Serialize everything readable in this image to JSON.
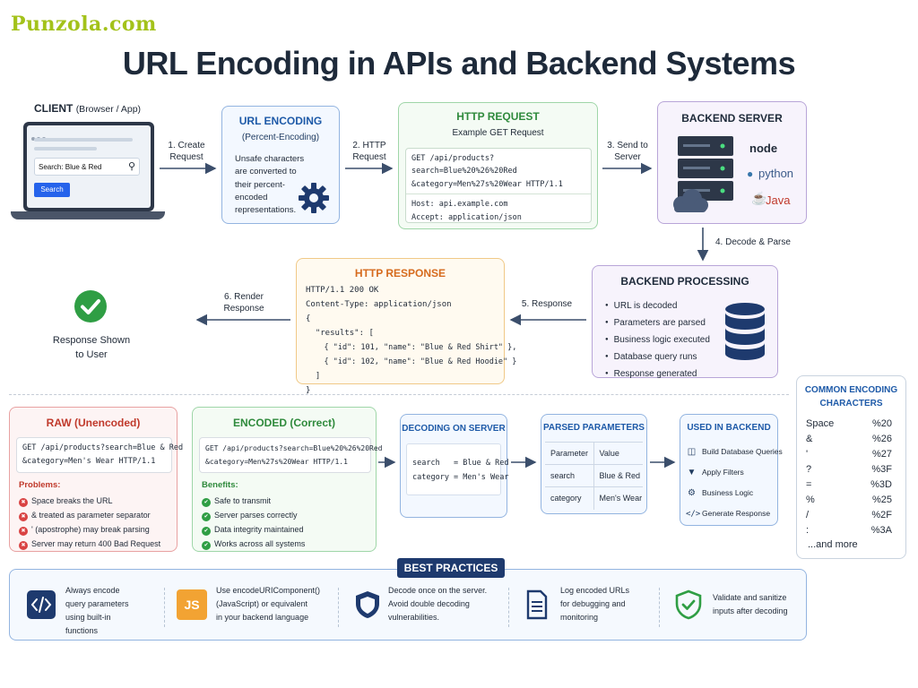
{
  "brand": "Punzola.com",
  "title": "URL Encoding in APIs and Backend Systems",
  "client": {
    "title": "CLIENT",
    "subtitle": "(Browser / App)",
    "search_value": "Search: Blue & Red",
    "search_button": "Search"
  },
  "arrows": {
    "a1": [
      "1. Create",
      "Request"
    ],
    "a2": [
      "2. HTTP",
      "Request"
    ],
    "a3": [
      "3. Send to",
      "Server"
    ],
    "a4": "4. Decode & Parse",
    "a5": "5. Response",
    "a6": [
      "6. Render",
      "Response"
    ]
  },
  "url_encoding": {
    "title": "URL ENCODING",
    "subtitle": "(Percent-Encoding)",
    "text": "Unsafe characters are converted to their percent-encoded representations."
  },
  "http_request": {
    "title": "HTTP REQUEST",
    "subtitle": "Example GET Request",
    "lines": [
      "GET /api/products?search=Blue%20%26%20Red",
      "&category=Men%27s%20Wear HTTP/1.1"
    ],
    "headers": [
      "Host: api.example.com",
      "Accept: application/json"
    ]
  },
  "backend_server": {
    "title": "BACKEND SERVER",
    "techs": [
      "node",
      "python",
      "Java"
    ]
  },
  "backend_processing": {
    "title": "BACKEND PROCESSING",
    "items": [
      "URL is decoded",
      "Parameters are parsed",
      "Business logic executed",
      "Database query runs",
      "Response generated"
    ]
  },
  "http_response": {
    "title": "HTTP RESPONSE",
    "lines": [
      "HTTP/1.1 200 OK",
      "Content-Type: application/json",
      "{",
      "  \"results\": [",
      "    { \"id\": 101, \"name\": \"Blue & Red Shirt\" },",
      "    { \"id\": 102, \"name\": \"Blue & Red Hoodie\" }",
      "  ]",
      "}"
    ]
  },
  "shown": [
    "Response Shown",
    "to User"
  ],
  "raw": {
    "title": "RAW (Unencoded)",
    "code": [
      "GET /api/products?search=Blue & Red",
      "&category=Men's Wear HTTP/1.1"
    ],
    "problems_label": "Problems:",
    "problems": [
      "Space breaks the URL",
      "& treated as parameter separator",
      "' (apostrophe) may break parsing",
      "Server may return 400 Bad Request"
    ]
  },
  "encoded": {
    "title": "ENCODED (Correct)",
    "code": [
      "GET /api/products?search=Blue%20%26%20Red",
      "&category=Men%27s%20Wear HTTP/1.1"
    ],
    "benefits_label": "Benefits:",
    "benefits": [
      "Safe to transmit",
      "Server parses correctly",
      "Data integrity maintained",
      "Works across all systems"
    ]
  },
  "decoding": {
    "title": "DECODING ON SERVER",
    "lines": [
      "search   = Blue & Red",
      "category = Men's Wear"
    ]
  },
  "parsed": {
    "title": "PARSED PARAMETERS",
    "headers": [
      "Parameter",
      "Value"
    ],
    "rows": [
      [
        "search",
        "Blue & Red"
      ],
      [
        "category",
        "Men's Wear"
      ]
    ]
  },
  "used": {
    "title": "USED IN BACKEND",
    "items": [
      "Build Database Queries",
      "Apply Filters",
      "Business Logic",
      "Generate Response"
    ]
  },
  "common": {
    "title": "COMMON ENCODING CHARACTERS",
    "rows": [
      [
        "Space",
        "%20"
      ],
      [
        "&",
        "%26"
      ],
      [
        "'",
        "%27"
      ],
      [
        "?",
        "%3F"
      ],
      [
        "=",
        "%3D"
      ],
      [
        "%",
        "%25"
      ],
      [
        "/",
        "%2F"
      ],
      [
        ":",
        "%3A"
      ]
    ],
    "more": "...and more"
  },
  "best_practices": {
    "title": "BEST PRACTICES",
    "items": [
      [
        "Always encode",
        "query parameters",
        "using built-in",
        "functions"
      ],
      [
        "Use encodeURIComponent()",
        "(JavaScript) or equivalent",
        "in your backend language"
      ],
      [
        "Decode once on the server.",
        "Avoid double decoding",
        "vulnerabilities."
      ],
      [
        "Log encoded URLs",
        "for debugging and",
        "monitoring"
      ],
      [
        "Validate and sanitize",
        "inputs after decoding"
      ]
    ],
    "js_badge": "JS"
  }
}
